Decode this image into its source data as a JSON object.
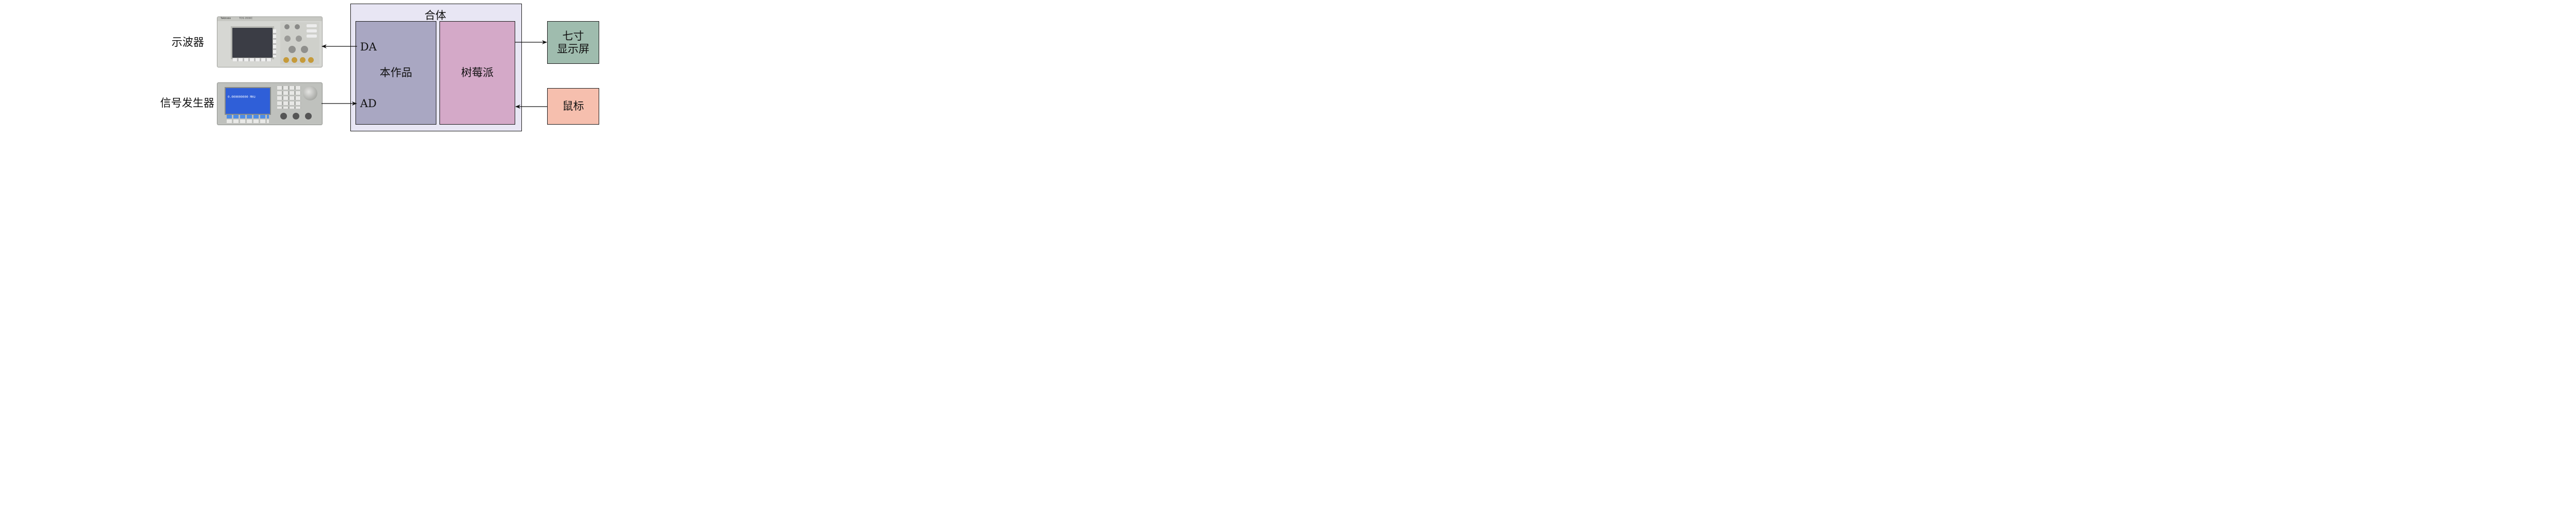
{
  "labels": {
    "oscilloscope": "示波器",
    "signal_generator": "信号发生器",
    "enclosure": "合体",
    "this_work": "本作品",
    "raspberry_pi": "树莓派",
    "da": "DA",
    "ad": "AD",
    "display_line1": "七寸",
    "display_line2": "显示屏",
    "mouse": "鼠标"
  },
  "colors": {
    "enclosure_fill": "#e8e6f4",
    "this_work_fill": "#a9a7c2",
    "raspberry_pi_fill": "#d4a9c8",
    "display_fill": "#9fbcae",
    "mouse_fill": "#f6bfae",
    "outline": "#1a1a1a",
    "signal_generator_screen": "#2f5fd8"
  },
  "oscilloscope_panel": {
    "brand": "Tektronix",
    "model": "TDS 2000C"
  },
  "signal_generator_panel": {
    "screen_text": "0.000000000 MHz"
  }
}
